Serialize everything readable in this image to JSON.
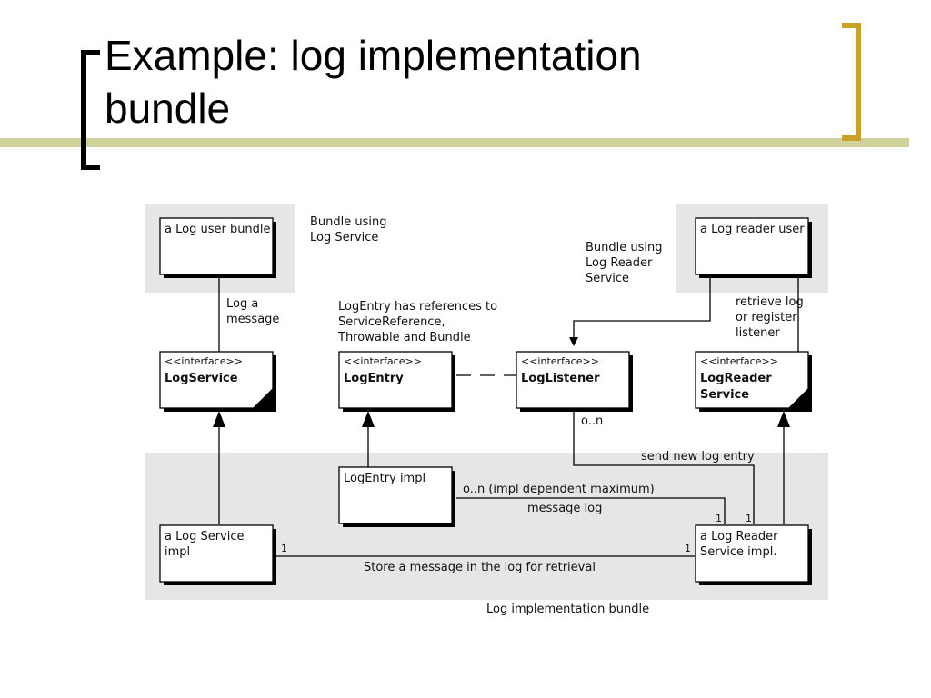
{
  "slide": {
    "title_line1": "Example: log implementation",
    "title_line2": "bundle"
  },
  "colors": {
    "accent": "#c9a227",
    "band": "#cfd29a",
    "region": "#e6e6e6"
  },
  "diagram": {
    "user_bundle": "a Log user bundle",
    "user_bundle_caption": [
      "Bundle using",
      "Log Service"
    ],
    "reader_user": "a Log reader user",
    "reader_caption": [
      "Bundle using",
      "Log Reader",
      "Service"
    ],
    "log_a_message": [
      "Log a",
      "message"
    ],
    "logentry_note": [
      "LogEntry has references to",
      "ServiceReference,",
      "Throwable and Bundle"
    ],
    "retrieve_note": [
      "retrieve log",
      "or register",
      "listener"
    ],
    "stereotype": "<<interface>>",
    "log_service": "LogService",
    "log_entry": "LogEntry",
    "log_listener": "LogListener",
    "log_reader_service": [
      "LogReader",
      "Service"
    ],
    "listener_mult": "o..n",
    "send_new_entry": "send new log entry",
    "log_entry_impl": "LogEntry impl",
    "impl_dependent": [
      "o..n (impl dependent maximum)",
      "message log"
    ],
    "log_service_impl": [
      "a Log Service",
      "impl"
    ],
    "reader_service_impl": [
      "a Log Reader",
      "Service impl."
    ],
    "one": "1",
    "store_message": "Store a message in the log for retrieval",
    "impl_bundle_caption": "Log implementation bundle"
  }
}
